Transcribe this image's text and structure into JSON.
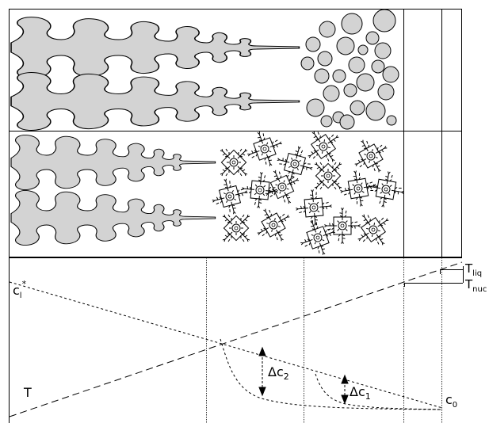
{
  "panels": {
    "top": {
      "desc_style": {
        "fill": "#d3d3d3",
        "stroke": "#000000"
      }
    },
    "middle": {
      "desc_style": {
        "fill": "#d3d3d3",
        "stroke": "#000000"
      }
    }
  },
  "plot": {
    "labels": {
      "c_l_star": {
        "base": "c",
        "sub": "l",
        "sup": "*"
      },
      "T": {
        "base": "T"
      },
      "T_liq": {
        "base": "T",
        "sub": "liq"
      },
      "T_nuc": {
        "base": "T",
        "sub": "nuc"
      },
      "delta_c2": {
        "base": "Δc",
        "sub": "2"
      },
      "delta_c1": {
        "base": "Δc",
        "sub": "1"
      },
      "c_0": {
        "base": "c",
        "sub": "0"
      }
    }
  }
}
